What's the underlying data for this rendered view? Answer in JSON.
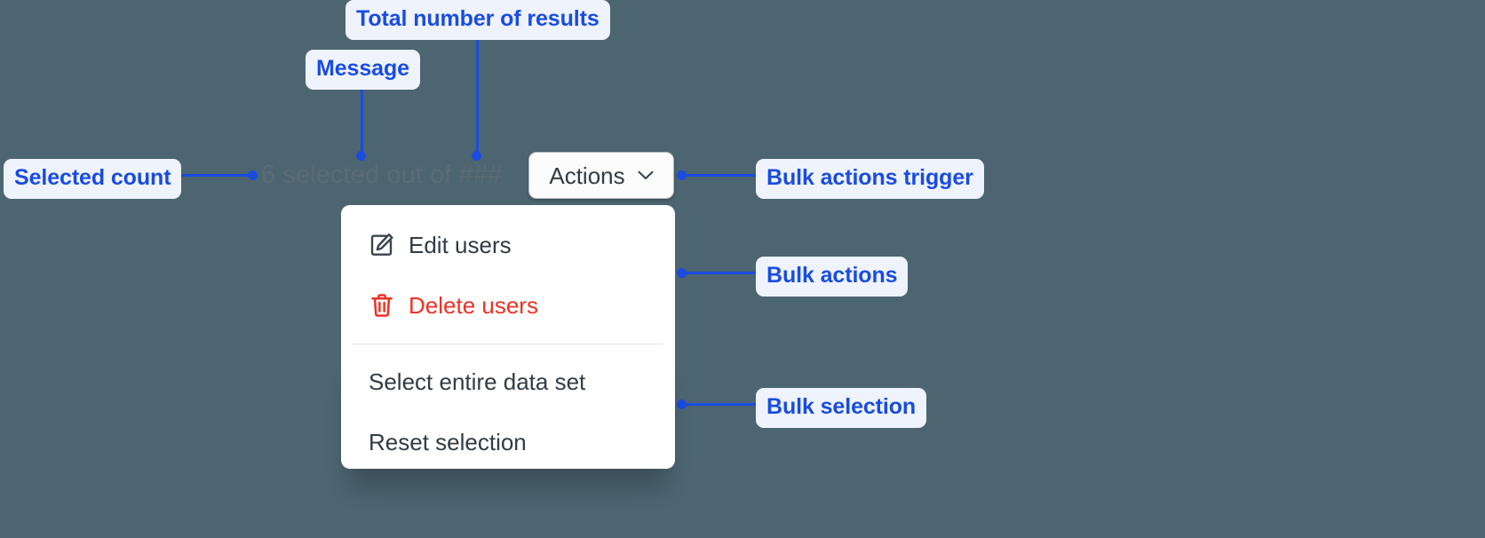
{
  "background_color": "#4c6571",
  "accent_color": "#1a4ce0",
  "callout_bg": "#eef3fe",
  "danger_color": "#ee3124",
  "selection": {
    "count": "6",
    "message_text": "6 selected out of ###",
    "total_placeholder": "###"
  },
  "trigger": {
    "label": "Actions",
    "icon": "chevron-down-icon"
  },
  "menu": {
    "bulk_actions": [
      {
        "label": "Edit users",
        "icon": "edit-pencil-square-icon",
        "tone": "default"
      },
      {
        "label": "Delete users",
        "icon": "trash-icon",
        "tone": "danger"
      }
    ],
    "bulk_selection": [
      {
        "label": "Select entire data set",
        "icon": "",
        "tone": "default"
      },
      {
        "label": "Reset selection",
        "icon": "",
        "tone": "default"
      }
    ]
  },
  "annotations": [
    {
      "id": "total-number-of-results",
      "label": "Total number of results"
    },
    {
      "id": "message",
      "label": "Message"
    },
    {
      "id": "selected-count",
      "label": "Selected count"
    },
    {
      "id": "bulk-actions-trigger",
      "label": "Bulk actions trigger"
    },
    {
      "id": "bulk-actions",
      "label": "Bulk actions"
    },
    {
      "id": "bulk-selection",
      "label": "Bulk selection"
    }
  ]
}
